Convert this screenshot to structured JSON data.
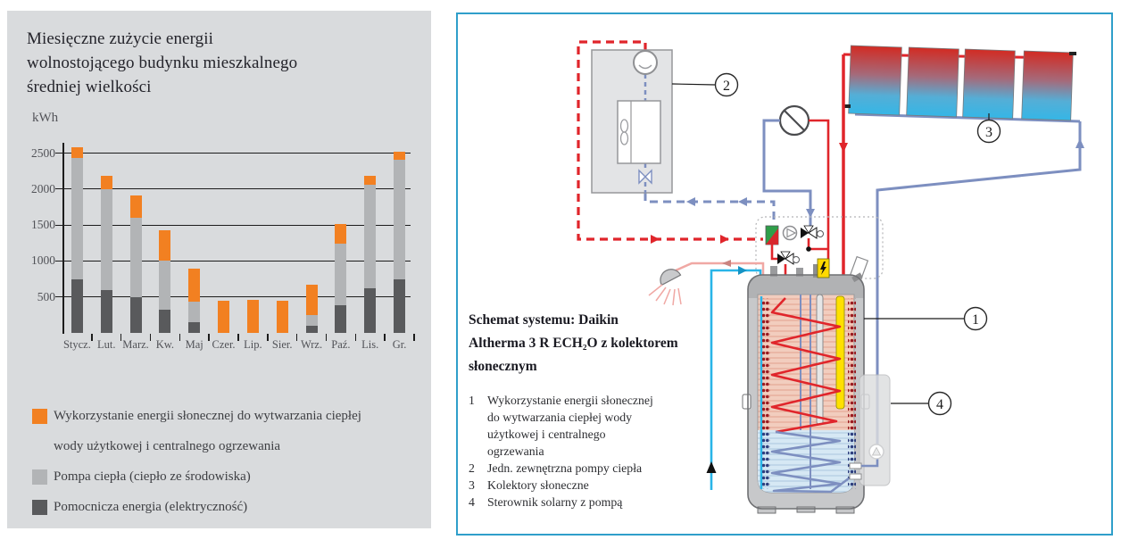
{
  "left_panel": {
    "title": "Miesięczne zużycie energii\nwolnostojącego budynku mieszkalnego\nśredniej wielkości",
    "unit_label": "kWh",
    "legend": [
      {
        "label": "Wykorzystanie energii słonecznej do wytwarzania ciepłej\nwody użytkowej i centralnego ogrzewania",
        "color": "#f28021"
      },
      {
        "label": "Pompa ciepła (ciepło ze środowiska)",
        "color": "#b2b4b6"
      },
      {
        "label": "Pomocnicza energia (elektryczność)",
        "color": "#595a5c"
      }
    ]
  },
  "chart_data": {
    "type": "bar",
    "stacked": true,
    "title": "Miesięczne zużycie energii wolnostojącego budynku mieszkalnego średniej wielkości",
    "xlabel": "",
    "ylabel": "kWh",
    "ylim": [
      0,
      2500
    ],
    "yticks": [
      500,
      1000,
      1500,
      2000,
      2500
    ],
    "grid": true,
    "categories": [
      "Stycz.",
      "Lut.",
      "Marz.",
      "Kw.",
      "Maj",
      "Czer.",
      "Lip.",
      "Sier.",
      "Wrz.",
      "Paź.",
      "Lis.",
      "Gr."
    ],
    "series": [
      {
        "name": "Pomocnicza energia (elektryczność)",
        "color": "#595a5c",
        "values": [
          740,
          600,
          500,
          320,
          145,
          0,
          0,
          0,
          95,
          390,
          625,
          740
        ]
      },
      {
        "name": "Pompa ciepła (ciepło ze środowiska)",
        "color": "#b2b4b6",
        "values": [
          1690,
          1400,
          1095,
          690,
          290,
          0,
          0,
          0,
          150,
          845,
          1435,
          1670
        ]
      },
      {
        "name": "Wykorzystanie energii słonecznej do wytwarzania ciepłej wody użytkowej i centralnego ogrzewania",
        "color": "#f28021",
        "values": [
          150,
          180,
          315,
          420,
          460,
          450,
          455,
          450,
          430,
          285,
          125,
          110
        ]
      }
    ]
  },
  "right_panel": {
    "schema_title": "Schemat systemu: Daikin\nAltherma 3 R ECH₂O z kolektorem\nsłonecznym",
    "items": [
      {
        "num": "1",
        "text": "Wykorzystanie energii słonecznej\ndo wytwarzania ciepłej wody\nużytkowej i centralnego\nogrzewania"
      },
      {
        "num": "2",
        "text": "Jedn. zewnętrzna pompy ciepła"
      },
      {
        "num": "3",
        "text": "Kolektory słoneczne"
      },
      {
        "num": "4",
        "text": "Sterownik solarny z pompą"
      }
    ],
    "callouts": [
      "1",
      "2",
      "3",
      "4"
    ]
  },
  "colors": {
    "panel_bg": "#d9dbdd",
    "border_blue": "#2f9fca",
    "pipe_red": "#e0252b",
    "pipe_slate_blue": "#7d8fc0",
    "pipe_cyan": "#29b5e8",
    "pipe_pink": "#f0a8a4",
    "heater_yellow": "#ffe000",
    "hx_green": "#2f9e49"
  }
}
